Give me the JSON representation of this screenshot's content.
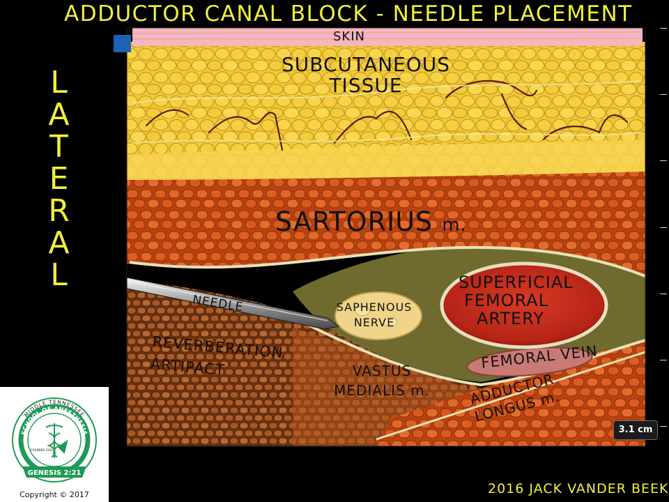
{
  "title": "Adductor Canal Block - Needle Placement",
  "lateral_letters": [
    "L",
    "A",
    "T",
    "E",
    "R",
    "A",
    "L"
  ],
  "labels": {
    "skin": "Skin",
    "subcutaneous_line1": "Subcutaneous",
    "subcutaneous_line2": "Tissue",
    "sartorius": "Sartorius",
    "sartorius_m": "m.",
    "needle": "Needle",
    "saphenous_line1": "Saphenous",
    "saphenous_line2": "Nerve",
    "sfa_line1": "Superficial",
    "sfa_line2": "Femoral",
    "sfa_line3": "Artery",
    "femoral_vein": "Femoral Vein",
    "reverb_line1": "Reverberation",
    "reverb_line2": "Artipact",
    "vastus_line1": "Vastus",
    "vastus_line2": "Medialis",
    "vastus_m": "m.",
    "adductor_line1": "Adductor",
    "adductor_line2": "Longus",
    "adductor_m": "m."
  },
  "scale_badge": "3.1 cm",
  "credit": "2016 Jack Vander Beek",
  "logo": {
    "arc_top": "MIDDLE TENNESSEE",
    "school": "SCHOOL OF ANESTHESIA",
    "ribbon": "GENESIS 2:21",
    "founded": "FOUNDED 1950",
    "copyright": "Copyright © 2017"
  },
  "colors": {
    "title_yellow": "#f2f03c",
    "skin": "#f4b7bd",
    "fat": "#f2c93a",
    "muscle": "#d8601e",
    "artery": "#c42a1c",
    "vein": "#c97a74",
    "marker_blue": "#1c63b8",
    "logo_green": "#1f9a55"
  }
}
